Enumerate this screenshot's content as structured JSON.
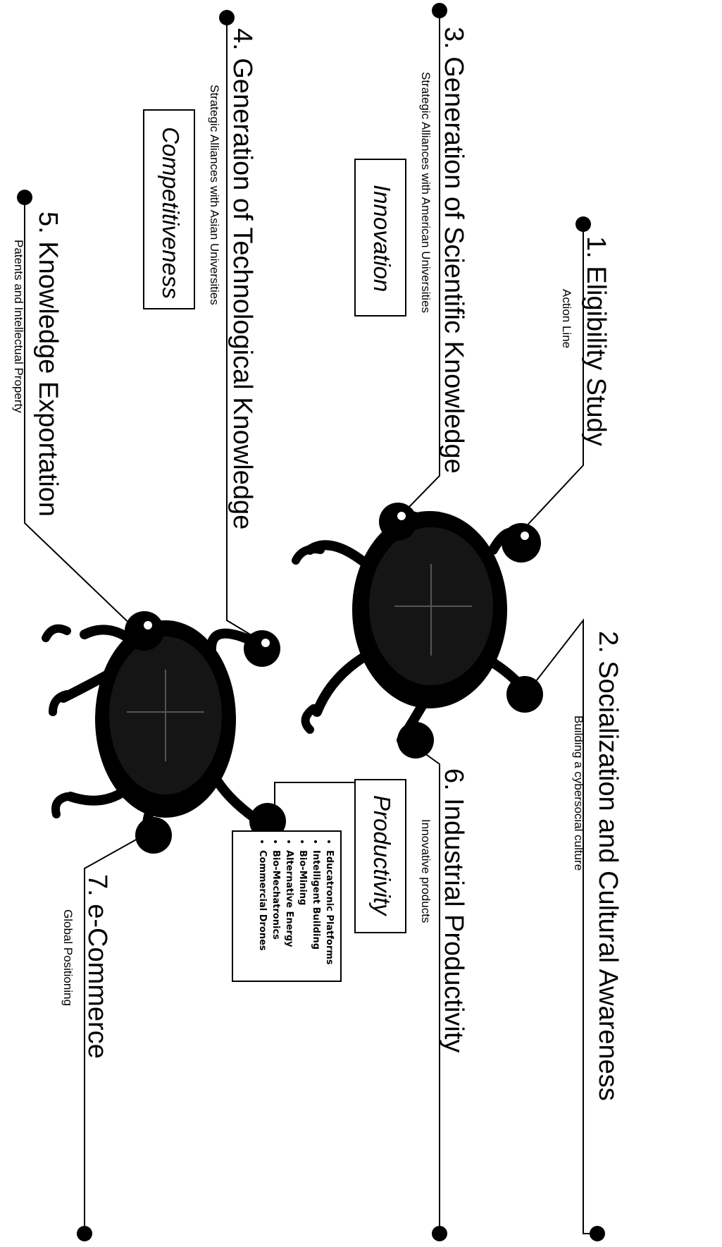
{
  "steps": [
    {
      "title": "1. Eligibility Study",
      "subtitle": "Action Line"
    },
    {
      "title": "2. Socialization and Cultural Awareness",
      "subtitle": "Building a cybersocial culture"
    },
    {
      "title": "3. Generation of Scientific Knowledge",
      "subtitle": "Strategic Alliances with American Universities",
      "keyword": "Innovation"
    },
    {
      "title": "4. Generation of Technological Knowledge",
      "subtitle": "Strategic Alliances with Asian Universities",
      "keyword": "Competitiveness"
    },
    {
      "title": "5. Knowledge Exportation",
      "subtitle": "Patents and Intellectual Property"
    },
    {
      "title": "6. Industrial Productivity",
      "subtitle": "Innovative products",
      "keyword": "Productivity",
      "items": [
        "Educatronic Platforms",
        "Intelligent Building",
        "Bio-Mining",
        "Alternative Energy",
        "Bio-Mechatronics",
        "Commercial Drones"
      ]
    },
    {
      "title": "7. e-Commerce",
      "subtitle": "Global Positioning"
    }
  ],
  "icons": [
    "turtle-icon",
    "turtle-icon",
    "node-dot-icon"
  ]
}
